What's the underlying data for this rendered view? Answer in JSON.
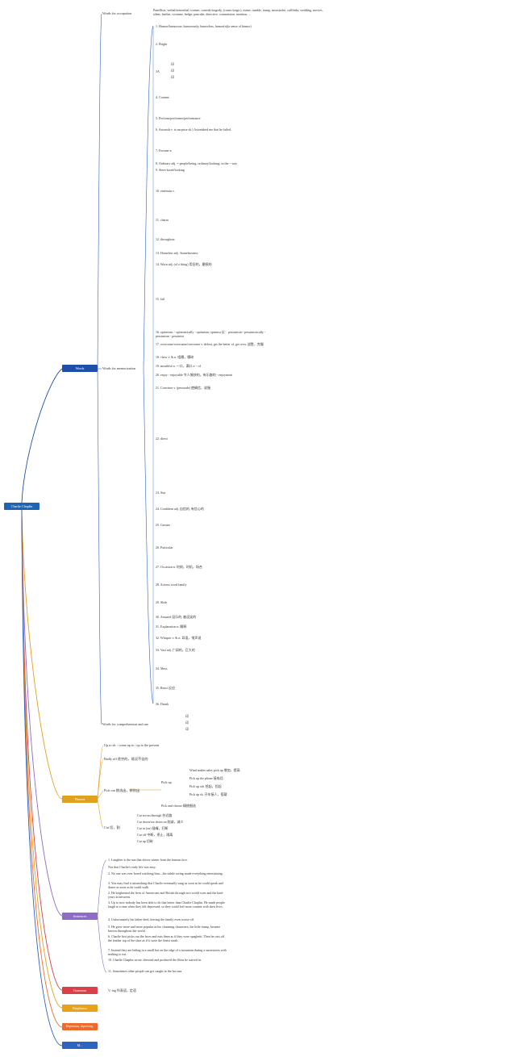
{
  "root": "Charlie Chaplin",
  "categories": [
    {
      "id": "words",
      "label": "Words",
      "color": "#1f4fa8"
    },
    {
      "id": "phrases",
      "label": "Phrases",
      "color": "#e0a020"
    },
    {
      "id": "sentences",
      "label": "Sentences",
      "color": "#8e6bc7"
    },
    {
      "id": "grammar",
      "label": "Grammar",
      "color": "#d9404a"
    },
    {
      "id": "brightness",
      "label": "Brightness",
      "color": "#e8a21a"
    },
    {
      "id": "depression",
      "label": "Depression, depressing, depressed",
      "color": "#ee6a2c"
    },
    {
      "id": "last",
      "label": "M...",
      "color": "#2c64c2"
    }
  ],
  "words": {
    "occupation_label": "Words for occupation",
    "occupation_text": "Panellists, verbal/nonverbal, trainee, comedy/tragedy, (comic/tragic), mime, tumble, tramp, moustache, cufflinks, wedding, movies, silent, leather, costume, hedge, pancake, detective, commission, mention, ...",
    "memorization_label": "Words for memorization",
    "comprehension_label": "Words for comprehension and use",
    "items": [
      "1. Humor/humorous; humorously, humorless, humor(n)(a sense of humor)",
      "2. Bright",
      "3A",
      "4. Content",
      "5. Perform/performer/performance",
      "6. Astonish v. to surprise sb.) Astonished me that he failed.",
      "7. Fortune n.",
      "8. Ordinary adj. = people/being; ordinary/looking; in the ~ way",
      "9. Stern-faced/looking",
      "10. entertain v.",
      "11. charm",
      "12. throughout",
      "13. Homeless adj. /homelessness",
      "14. Worn adj. (of a thing) 用旧的，磨损的",
      "15. fail",
      "16. optimistic - optimistically - optimism; optimist 反：pessimistic- pessimistically - pessimism - pessimist",
      "17. overcome/overcame/overcome v. defeat, get the better of, get over, 战胜，克服",
      "18. chew v. & n. 咀嚼，嚼碎",
      "19. mouthful n. 一口，满口 a ~ of",
      "20. enjoy - enjoyable 令人愉快的，有乐趣的 - enjoyment",
      "21. Convince v. (persuade) 使确信，说服",
      "22. direct",
      "23. Star",
      "24. Confident adj. 自信的, 有信心的",
      "25. Greater",
      "26. Particular",
      "27. Occasion n. 时刻，时机，场合",
      "28. Actress word family",
      "29. Slide",
      "30. Amused 逗乐的, 被逗笑的",
      "31. Explanation n. 解释",
      "32. Whisper v. & n. 耳语，悄声说",
      "33. Vast adj. 广阔的，巨大的",
      "34. Mess",
      "35. React 反应",
      "36. Drunk"
    ],
    "a_icons": [
      "印",
      "印",
      "印"
    ],
    "d_icons": [
      "印",
      "印",
      "印"
    ]
  },
  "phrases": {
    "items": [
      "Up to sb. / come up to / up to the present",
      "Badly off 贫穷的，境况不佳的",
      "Pick out 挑选出，辨别出",
      "Cut 切，割"
    ],
    "pickup_label": "Pick up",
    "pickup_items": [
      "Wind makes sales pick up 增加，提高",
      "Pick up the phone 接电话",
      "Pick up sth. 拾起，捡起",
      "Pick up sb. 开车接人，搭载",
      "Pick and choose 精挑细选"
    ],
    "cut_items": [
      "Cut across/through 抄近路",
      "Cut down/cut down on 削减，减少",
      "Cut in (on) 插嘴，打断",
      "Cut off 中断，停止，隔离",
      "Cut up 切碎"
    ]
  },
  "sentences": [
    "1. Laughter is the sun that drives winter from the human face.",
    "Not that Charlie's early life was easy.",
    "2. No one was ever bored watching him—his subtle acting made everything entertaining.",
    "3. You may find it astonishing that Charlie eventually sang as soon as he could speak and dance as soon as he could walk.",
    "2. He brightened the lives of Americans and British through two world wars and the hard years in between.",
    "3. Up to now nobody has been able to do that better than Charlie Chaplin. He made people laugh at a time when they felt depressed, so they could feel more content with their lives.",
    "4. Unfortunately his father died, leaving the family even worse off.",
    "5. He grew more and more popular as his charming characters, the little tramp, became known throughout the world.",
    "6. Charlie first picks out the laces and eats them as if they were spaghetti. Then he cuts off the leather top of the shoe as if it were the finest steak.",
    "7. Instead they are hiding in a small hut on the edge of a mountain during a snowstorm with nothing to eat.",
    "10. Charlie Chaplin wrote, directed and produced the films he starred in.",
    "11. Sometimes other people can get caught in the hot sun."
  ],
  "grammar": "V.-ing 作表语，定语"
}
